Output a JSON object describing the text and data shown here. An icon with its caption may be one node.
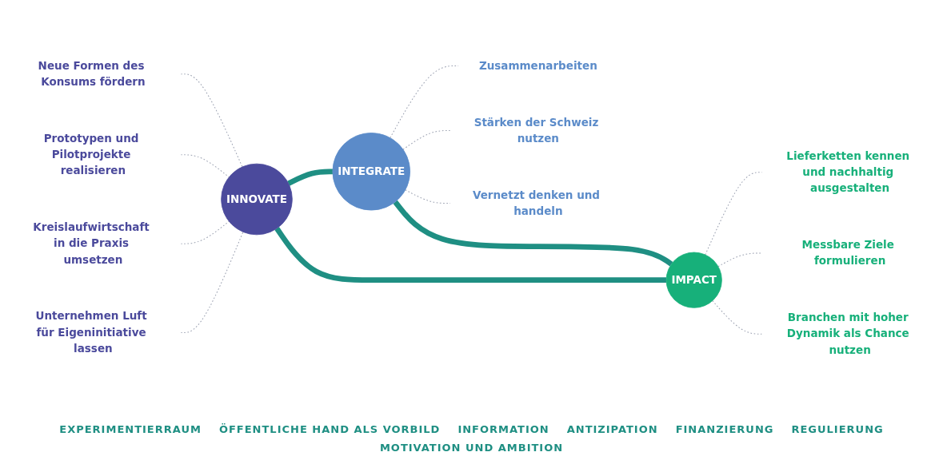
{
  "diagram": {
    "nodes": [
      {
        "text": [
          "INTEGRATE"
        ]
      },
      {
        "text": [
          "IMPACT"
        ]
      },
      {
        "text": [
          "INNOVATE"
        ]
      },
      {
        "text": [
          "Zusammenarbeiten"
        ]
      },
      {
        "text": [
          "Stärken der Schweiz nutzen"
        ]
      },
      {
        "text": [
          "Vernetzt denken und handeln"
        ]
      },
      {
        "text": [
          "Lieferketten kennen und nachhaltig ausgestalten"
        ]
      },
      {
        "text": [
          "Messbare Ziele formulieren"
        ]
      },
      {
        "text": [
          "Branchen mit hoher Dynamik als Chance nutzen"
        ]
      },
      {
        "text": [
          "Neue Formen des Konsums fördern"
        ]
      },
      {
        "text": [
          "Prototypen und Pilotprojekte realisieren"
        ]
      },
      {
        "text": [
          "Kreislaufwirtschaft in die Praxis umsetzen"
        ]
      },
      {
        "text": [
          "Unternehmen Luft für Eigeninitiative lassen"
        ]
      }
    ],
    "edges": [
      {
        "from": 2,
        "to": 0,
        "arrow": "none",
        "style": "thick",
        "color": "#1f8f83"
      },
      {
        "from": 0,
        "to": 1,
        "arrow": "none",
        "style": "thick",
        "color": "#1f8f83"
      },
      {
        "from": 2,
        "to": 1,
        "arrow": "none",
        "style": "thick",
        "color": "#1f8f83"
      },
      {
        "from": 0,
        "to": 3,
        "arrow": "none",
        "style": "dashed"
      },
      {
        "from": 0,
        "to": 4,
        "arrow": "none",
        "style": "dashed"
      },
      {
        "from": 0,
        "to": 5,
        "arrow": "none",
        "style": "dashed"
      },
      {
        "from": 1,
        "to": 6,
        "arrow": "none",
        "style": "dashed"
      },
      {
        "from": 1,
        "to": 7,
        "arrow": "none",
        "style": "dashed"
      },
      {
        "from": 1,
        "to": 8,
        "arrow": "none",
        "style": "dashed"
      },
      {
        "from": 9,
        "to": 2,
        "arrow": "none",
        "style": "dashed"
      },
      {
        "from": 10,
        "to": 2,
        "arrow": "none",
        "style": "dashed"
      },
      {
        "from": 11,
        "to": 2,
        "arrow": "none",
        "style": "dashed"
      },
      {
        "from": 12,
        "to": 2,
        "arrow": "none",
        "style": "dashed"
      }
    ],
    "labels": [
      "EXPERIMENTIERRAUM",
      "ÖFFENTLICHE HAND ALS VORBILD",
      "INFORMATION",
      "ANTIZIPATION",
      "FINANZIERUNG",
      "REGULIERUNG",
      "MOTIVATION UND AMBITION"
    ]
  }
}
